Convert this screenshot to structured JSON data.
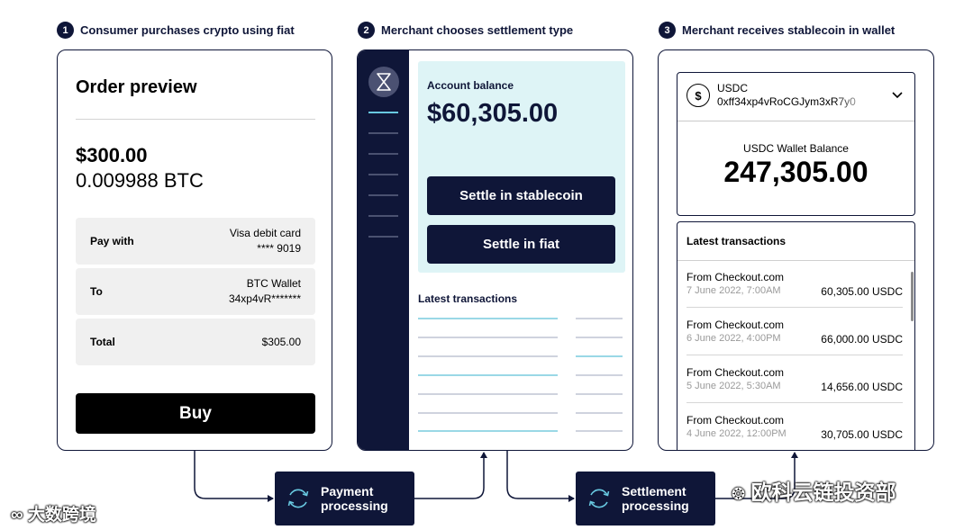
{
  "steps": [
    {
      "num": "1",
      "label": "Consumer purchases crypto using fiat"
    },
    {
      "num": "2",
      "label": "Merchant chooses settlement type"
    },
    {
      "num": "3",
      "label": "Merchant receives stablecoin in wallet"
    }
  ],
  "order": {
    "title": "Order preview",
    "fiat_amount": "$300.00",
    "crypto_amount": "0.009988 BTC",
    "rows": [
      {
        "key": "Pay with",
        "value_line1": "Visa debit card",
        "value_line2": "**** 9019"
      },
      {
        "key": "To",
        "value_line1": "BTC Wallet",
        "value_line2": "34xp4vR*******"
      },
      {
        "key": "Total",
        "value_line1": "$305.00",
        "value_line2": ""
      }
    ],
    "buy_label": "Buy"
  },
  "merchant": {
    "balance_label": "Account balance",
    "balance_value": "$60,305.00",
    "settle_stablecoin_label": "Settle in stablecoin",
    "settle_fiat_label": "Settle in fiat",
    "latest_label": "Latest transactions"
  },
  "wallet": {
    "coin_symbol": "$",
    "coin_name": "USDC",
    "address": "0xff34xp4vRoCGJym3xR7y0",
    "balance_label": "USDC Wallet Balance",
    "balance_value": "247,305.00",
    "latest_label": "Latest transactions",
    "transactions": [
      {
        "from": "From Checkout.com",
        "date": "7 June 2022, 7:00AM",
        "amount": "60,305.00 USDC"
      },
      {
        "from": "From Checkout.com",
        "date": "6 June 2022, 4:00PM",
        "amount": "66,000.00 USDC"
      },
      {
        "from": "From Checkout.com",
        "date": "5 June 2022, 5:30AM",
        "amount": "14,656.00 USDC"
      },
      {
        "from": "From Checkout.com",
        "date": "4 June 2022, 12:00PM",
        "amount": "30,705.00 USDC"
      }
    ]
  },
  "processes": {
    "payment": {
      "line1": "Payment",
      "line2": "processing"
    },
    "settlement": {
      "line1": "Settlement",
      "line2": "processing"
    }
  },
  "watermarks": {
    "left": "大数跨境",
    "right": "欧科云链投资部"
  },
  "colors": {
    "navy": "#0f1638",
    "light_teal": "#def4f6",
    "accent_cyan": "#68c8e0"
  }
}
